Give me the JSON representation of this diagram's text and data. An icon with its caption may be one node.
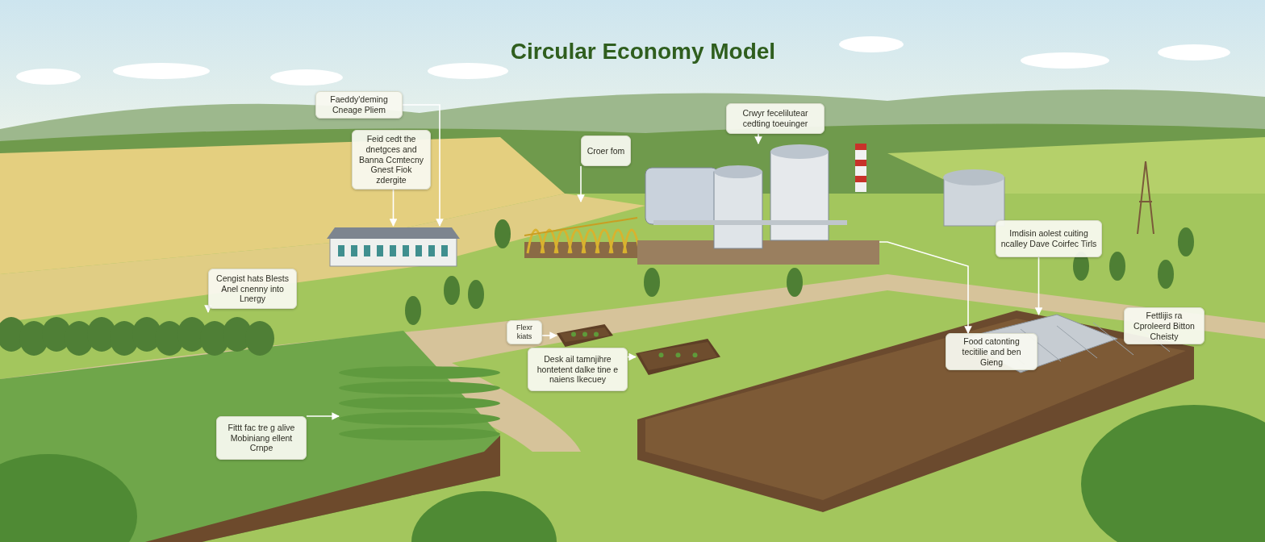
{
  "diagram": {
    "title": "Circular Economy Model",
    "nodes": [
      {
        "text": [
          "Faeddy'deming Cneage Pliem"
        ]
      },
      {
        "text": [
          "Feid cedt the dnetgces and Banna Ccmtecny Gnest Fiok zdergite"
        ]
      },
      {
        "text": [
          "Croer fom"
        ]
      },
      {
        "text": [
          "Crwyr fecelilutear cedting toeuinger"
        ]
      },
      {
        "text": [
          "Cengist hats Blests Anel cnenny into Lnergy"
        ]
      },
      {
        "text": [
          "Flexr kiats"
        ]
      },
      {
        "text": [
          "Desk ail tamnjihre hontetent dalke tine e naiens Ikecuey"
        ]
      },
      {
        "text": [
          "Fittt fac tre g alive Mobiniang ellent Crnpe"
        ]
      },
      {
        "text": [
          "Imdisin aolest cuiting ncalley Dave Coirfec Tirls"
        ]
      },
      {
        "text": [
          "Food catonting tecitilie and ben Gieng"
        ]
      },
      {
        "text": [
          "Fettlijis ra Cproleerd Bitton Cheisty"
        ]
      },
      {
        "text": [],
        "shape": "picture"
      },
      {
        "text": [],
        "shape": "picture"
      },
      {
        "text": [],
        "shape": "picture"
      },
      {
        "text": [],
        "shape": "picture"
      },
      {
        "text": [],
        "shape": "picture"
      },
      {
        "text": [],
        "shape": "picture"
      },
      {
        "text": [],
        "shape": "picture"
      },
      {
        "text": [],
        "shape": "picture"
      }
    ],
    "edges": [
      {
        "from": 0,
        "to": 11,
        "arrow": "to"
      },
      {
        "from": 1,
        "to": 11,
        "arrow": "to"
      },
      {
        "from": 2,
        "to": 12,
        "arrow": "to"
      },
      {
        "from": 3,
        "to": 13,
        "arrow": "to"
      },
      {
        "from": 4,
        "to": 18,
        "arrow": "to"
      },
      {
        "from": 5,
        "to": 14,
        "arrow": "to"
      },
      {
        "from": 6,
        "to": 15,
        "arrow": "to"
      },
      {
        "from": 7,
        "to": 16,
        "arrow": "to"
      },
      {
        "from": 8,
        "to": 17,
        "arrow": "to"
      },
      {
        "from": 13,
        "to": 9,
        "arrow": "to"
      }
    ]
  }
}
